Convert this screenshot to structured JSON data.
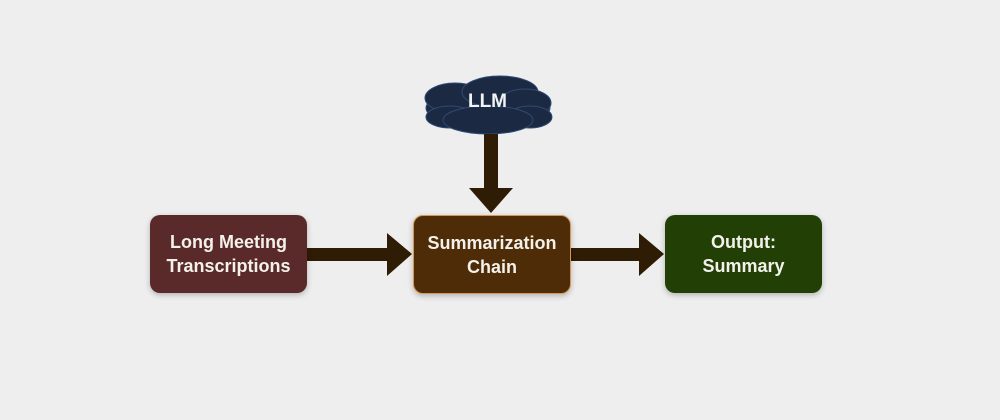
{
  "diagram": {
    "nodes": {
      "llm": {
        "label": "LLM",
        "shape": "cloud",
        "color": "#1b2a42"
      },
      "input": {
        "label_line1": "Long Meeting",
        "label_line2": "Transcriptions",
        "color": "#5a2a2b"
      },
      "chain": {
        "label_line1": "Summarization",
        "label_line2": "Chain",
        "color": "#4e2c07"
      },
      "output": {
        "label_line1": "Output:",
        "label_line2": "Summary",
        "color": "#223f06"
      }
    },
    "edges": [
      {
        "from": "llm",
        "to": "chain"
      },
      {
        "from": "input",
        "to": "chain"
      },
      {
        "from": "chain",
        "to": "output"
      }
    ],
    "edge_color": "#2e1c05"
  }
}
